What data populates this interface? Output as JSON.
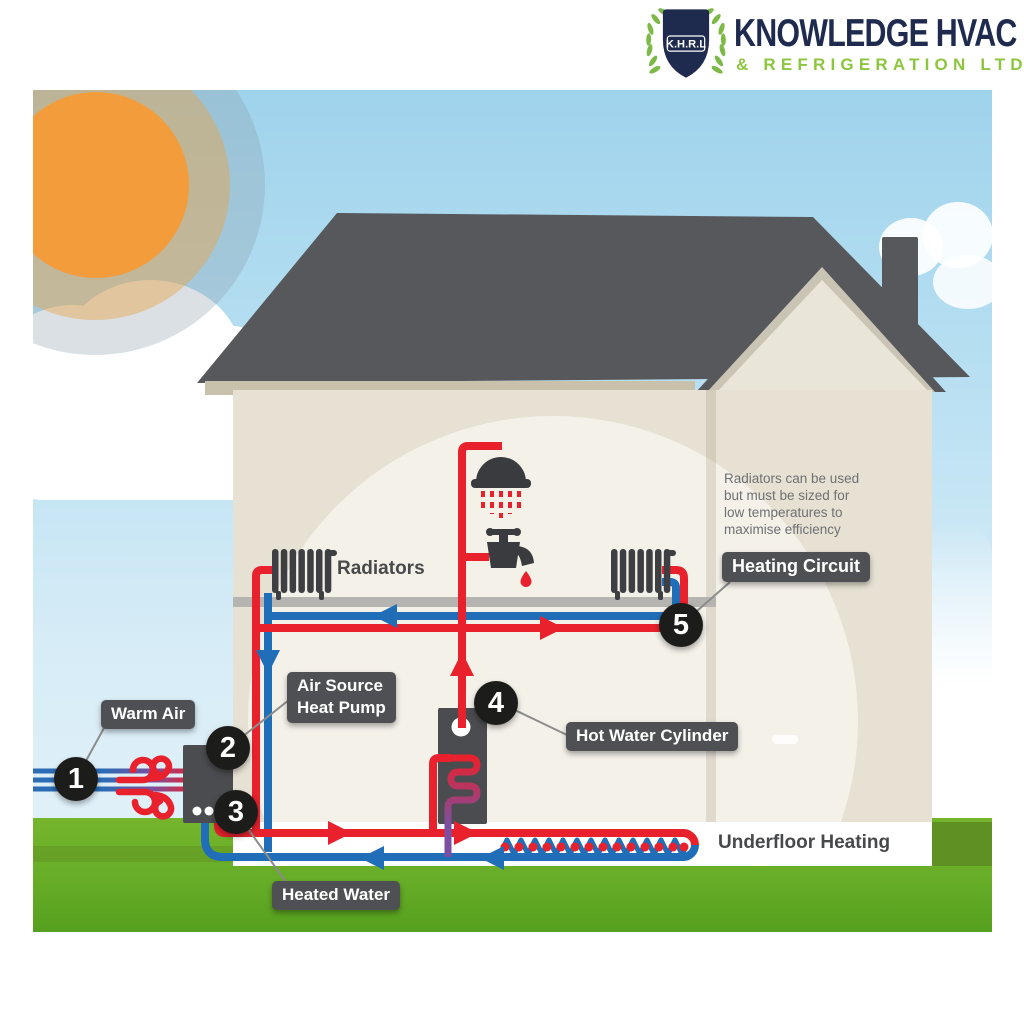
{
  "logo": {
    "shield_text": "K.H.R.L",
    "title": "KNOWLEDGE HVAC",
    "subtitle": "& REFRIGERATION LTD"
  },
  "diagram": {
    "note": "Radiators can be used\nbut must be sized for\nlow temperatures to\nmaximise efficiency",
    "labels": {
      "warm_air": "Warm Air",
      "air_source_heat_pump": "Air Source\nHeat Pump",
      "heated_water": "Heated Water",
      "hot_water_cylinder": "Hot Water Cylinder",
      "heating_circuit": "Heating Circuit",
      "radiators": "Radiators",
      "underfloor_heating": "Underfloor Heating"
    },
    "steps": [
      {
        "number": "1",
        "label": "Warm Air"
      },
      {
        "number": "2",
        "label": "Air Source Heat Pump"
      },
      {
        "number": "3",
        "label": "Heated Water"
      },
      {
        "number": "4",
        "label": "Hot Water Cylinder"
      },
      {
        "number": "5",
        "label": "Heating Circuit"
      }
    ],
    "colors": {
      "hot": "#e8212d",
      "cold": "#1f6eb7",
      "coil": "#7b4fa2",
      "label_bg": "#4f5053",
      "badge_bg": "#1c1c1a",
      "navy": "#1f2b4e",
      "green": "#8cc63e"
    }
  }
}
